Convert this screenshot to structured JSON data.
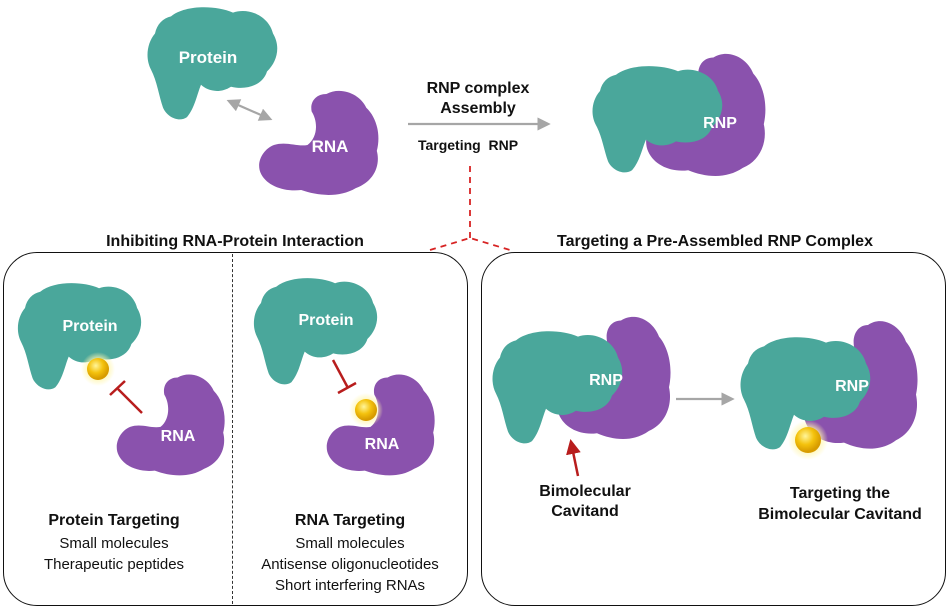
{
  "colors": {
    "protein": "#4aa79b",
    "rna": "#8a52ad",
    "ligand": "#f4c20d",
    "arrow": "#a6a6a6",
    "inhibit": "#b81d1d",
    "dashed_connector": "#d72323"
  },
  "top": {
    "protein_label": "Protein",
    "rna_label": "RNA",
    "process_line1": "RNP complex",
    "process_line2": "Assembly",
    "targeting_label": "Targeting  RNP",
    "complex_label": "RNP"
  },
  "left_section": {
    "title": "Inhibiting RNA-Protein Interaction",
    "protein_targeting": {
      "protein_label": "Protein",
      "rna_label": "RNA",
      "heading": "Protein Targeting",
      "line1": "Small molecules",
      "line2": "Therapeutic peptides"
    },
    "rna_targeting": {
      "protein_label": "Protein",
      "rna_label": "RNA",
      "heading": "RNA Targeting",
      "line1": "Small molecules",
      "line2": "Antisense oligonucleotides",
      "line3": "Short interfering RNAs"
    }
  },
  "right_section": {
    "title": "Targeting a Pre-Assembled RNP Complex",
    "complex_label_1": "RNP",
    "complex_label_2": "RNP",
    "cavitand_line1": "Bimolecular",
    "cavitand_line2": "Cavitand",
    "targeting_line1": "Targeting the",
    "targeting_line2": "Bimolecular Cavitand"
  }
}
